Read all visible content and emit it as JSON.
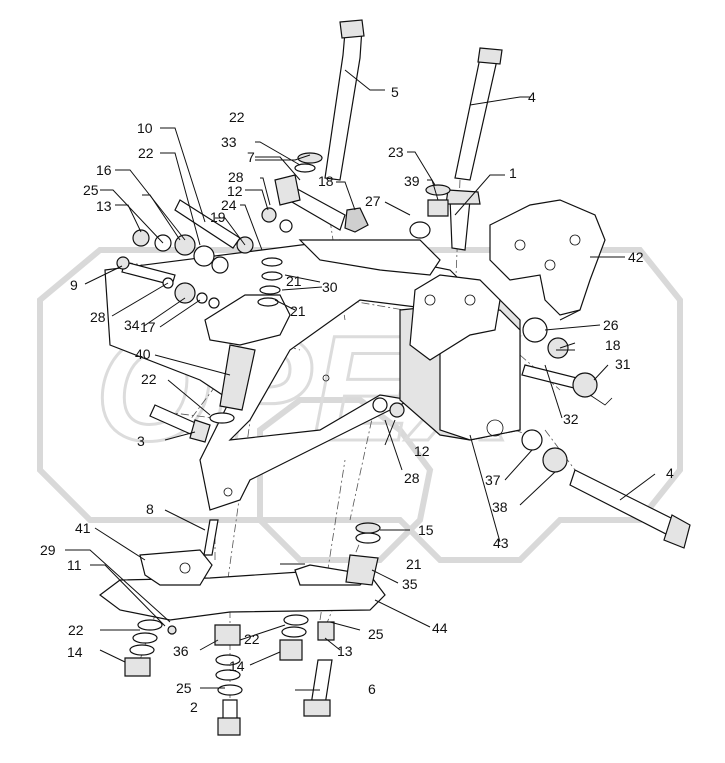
{
  "diagram": {
    "watermark": "OPEX",
    "corner_code": "",
    "callouts": [
      "1",
      "2",
      "3",
      "4",
      "4",
      "5",
      "6",
      "7",
      "8",
      "9",
      "10",
      "11",
      "12",
      "12",
      "12",
      "13",
      "13",
      "14",
      "14",
      "15",
      "16",
      "17",
      "18",
      "18",
      "19",
      "21",
      "21",
      "21",
      "22",
      "22",
      "22",
      "22",
      "22",
      "23",
      "24",
      "25",
      "25",
      "25",
      "25",
      "26",
      "27",
      "28",
      "28",
      "28",
      "29",
      "30",
      "31",
      "32",
      "33",
      "34",
      "35",
      "36",
      "37",
      "38",
      "39",
      "40",
      "41",
      "42",
      "43",
      "44"
    ]
  }
}
